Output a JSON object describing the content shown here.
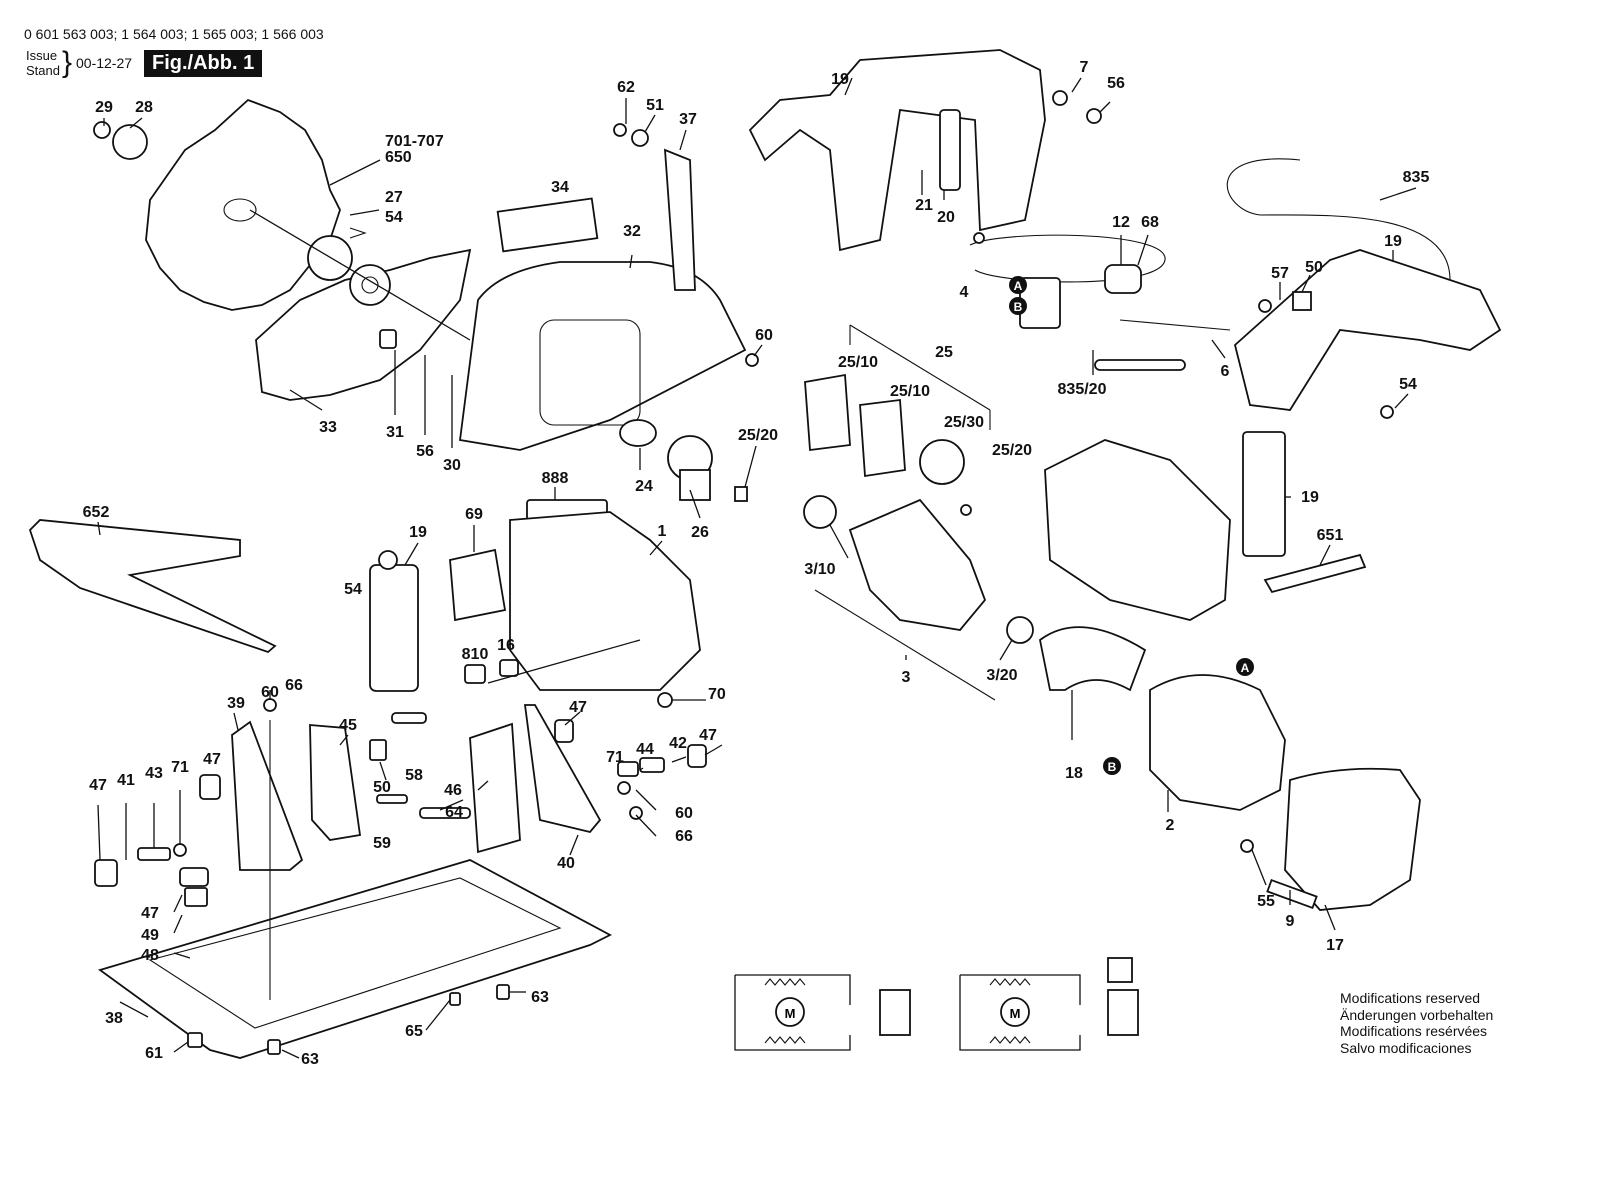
{
  "header": {
    "models": "0 601 563 003; 1 564 003; 1 565 003; 1 566 003",
    "issue_label": "Issue",
    "stand_label": "Stand",
    "date": "00-12-27",
    "figure": "Fig./Abb. 1"
  },
  "notice": [
    "Modifications reserved",
    "Änderungen vorbehalten",
    "Modifications resérvées",
    "Salvo modificaciones"
  ],
  "connectors": {
    "a": "A",
    "b": "B"
  },
  "motor_symbol": "M",
  "part_labels": {
    "p29": "29",
    "p28": "28",
    "p701": "701-707",
    "p650": "650",
    "p27": "27",
    "p54a": "54",
    "p33": "33",
    "p31": "31",
    "p56a": "56",
    "p30": "30",
    "p62": "62",
    "p51": "51",
    "p37": "37",
    "p34": "34",
    "p32": "32",
    "p60a": "60",
    "p24": "24",
    "p26": "26",
    "p2520a": "25/20",
    "p888": "888",
    "p652": "652",
    "p19a": "19",
    "p69": "69",
    "p1": "1",
    "p54b": "54",
    "p810": "810",
    "p16": "16",
    "p70": "70",
    "p39": "39",
    "p60b": "60",
    "p66a": "66",
    "p45": "45",
    "p47a": "47",
    "p41": "41",
    "p43": "43",
    "p71a": "71",
    "p47b": "47",
    "p50a": "50",
    "p58": "58",
    "p59": "59",
    "p46": "46",
    "p47c": "47",
    "p71b": "71",
    "p44": "44",
    "p42": "42",
    "p47d": "47",
    "p64": "64",
    "p60c": "60",
    "p66b": "66",
    "p40": "40",
    "p47e": "47",
    "p49": "49",
    "p48": "48",
    "p38": "38",
    "p63a": "63",
    "p65": "65",
    "p61": "61",
    "p63b": "63",
    "p19b": "19",
    "p7": "7",
    "p56b": "56",
    "p21": "21",
    "p20": "20",
    "p12": "12",
    "p68": "68",
    "p4": "4",
    "p835": "835",
    "p57": "57",
    "p50b": "50",
    "p19c": "19",
    "p6": "6",
    "p83520": "835/20",
    "p54c": "54",
    "p25": "25",
    "p2510a": "25/10",
    "p2510b": "25/10",
    "p2530": "25/30",
    "p2520b": "25/20",
    "p310": "3/10",
    "p3": "3",
    "p320": "3/20",
    "p19d": "19",
    "p651": "651",
    "p18": "18",
    "p2": "2",
    "p55": "55",
    "p9": "9",
    "p17": "17"
  }
}
